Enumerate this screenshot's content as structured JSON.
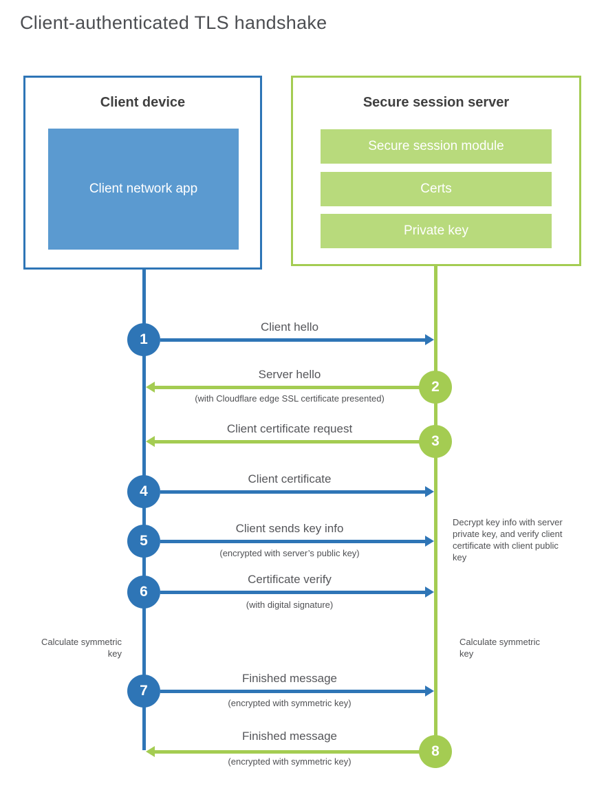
{
  "title": "Client-authenticated TLS handshake",
  "client_box": {
    "title": "Client device",
    "module": "Client network app"
  },
  "server_box": {
    "title": "Secure session server",
    "modules": [
      "Secure session module",
      "Certs",
      "Private key"
    ]
  },
  "steps": [
    {
      "num": "1",
      "label": "Client hello",
      "sub": "",
      "direction": "client-to-server"
    },
    {
      "num": "2",
      "label": "Server hello",
      "sub": "(with Cloudflare edge SSL certificate presented)",
      "direction": "server-to-client"
    },
    {
      "num": "3",
      "label": "Client certificate request",
      "sub": "",
      "direction": "server-to-client"
    },
    {
      "num": "4",
      "label": "Client certificate",
      "sub": "",
      "direction": "client-to-server"
    },
    {
      "num": "5",
      "label": "Client sends key info",
      "sub": "(encrypted with server’s public key)",
      "direction": "client-to-server"
    },
    {
      "num": "6",
      "label": "Certificate verify",
      "sub": "(with digital signature)",
      "direction": "client-to-server"
    },
    {
      "num": "7",
      "label": "Finished message",
      "sub": "(encrypted with symmetric key)",
      "direction": "client-to-server"
    },
    {
      "num": "8",
      "label": "Finished message",
      "sub": "(encrypted with symmetric key)",
      "direction": "server-to-client"
    }
  ],
  "annotations": {
    "decrypt_note": "Decrypt key info with server private key, and verify client certificate with client public key",
    "calculate_left": "Calculate symmetric key",
    "calculate_right": "Calculate symmetric key"
  },
  "colors": {
    "blue": "#2e75b6",
    "blue-fill": "#5b9ad0",
    "green": "#a4cc52",
    "green-fill": "#b8da7c"
  }
}
